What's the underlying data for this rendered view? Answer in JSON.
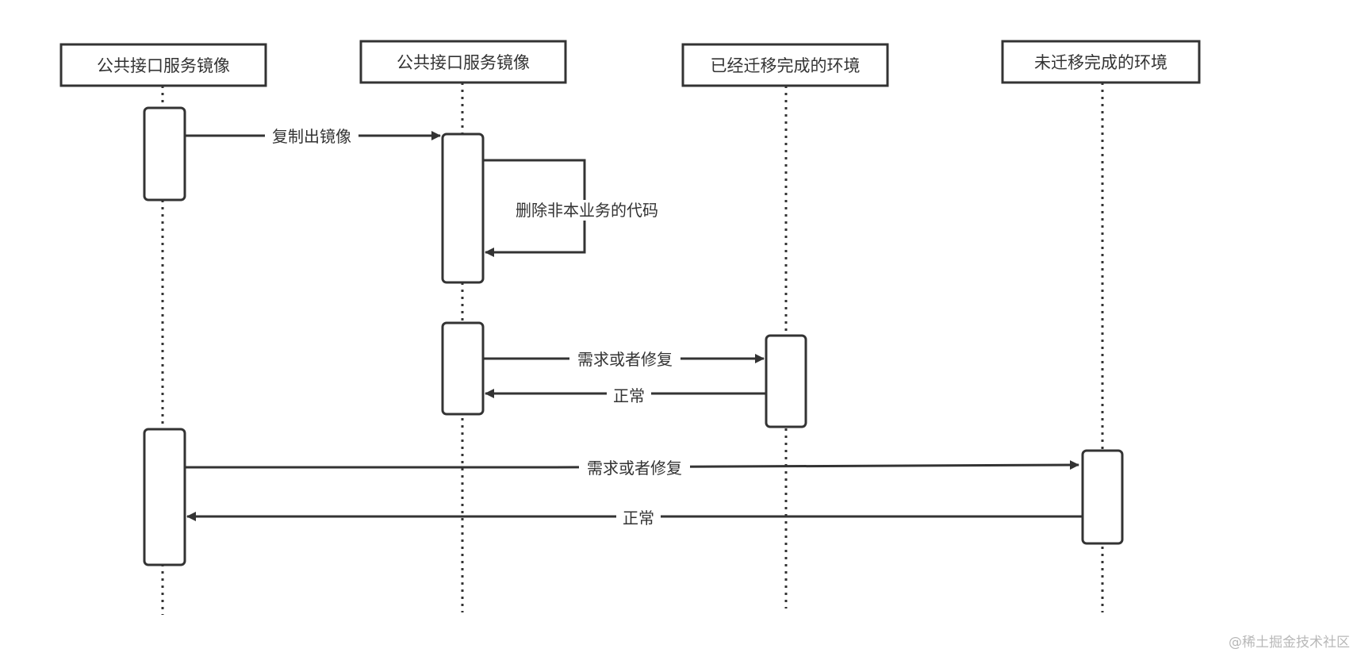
{
  "diagram": {
    "type": "sequence",
    "colors": {
      "stroke": "#333333",
      "fill": "#ffffff",
      "watermark": "#b8b8b8"
    },
    "participants": [
      {
        "id": "p1",
        "label": "公共接口服务镜像"
      },
      {
        "id": "p2",
        "label": "公共接口服务镜像"
      },
      {
        "id": "p3",
        "label": "已经迁移完成的环境"
      },
      {
        "id": "p4",
        "label": "未迁移完成的环境"
      }
    ],
    "messages": [
      {
        "from": "p1",
        "to": "p2",
        "label": "复制出镜像",
        "kind": "sync"
      },
      {
        "from": "p2",
        "to": "p2",
        "label": "删除非本业务的代码",
        "kind": "self"
      },
      {
        "from": "p2",
        "to": "p3",
        "label": "需求或者修复",
        "kind": "sync"
      },
      {
        "from": "p3",
        "to": "p2",
        "label": "正常",
        "kind": "return"
      },
      {
        "from": "p1",
        "to": "p4",
        "label": "需求或者修复",
        "kind": "sync"
      },
      {
        "from": "p4",
        "to": "p1",
        "label": "正常",
        "kind": "return"
      }
    ]
  },
  "watermark": "@稀土掘金技术社区"
}
